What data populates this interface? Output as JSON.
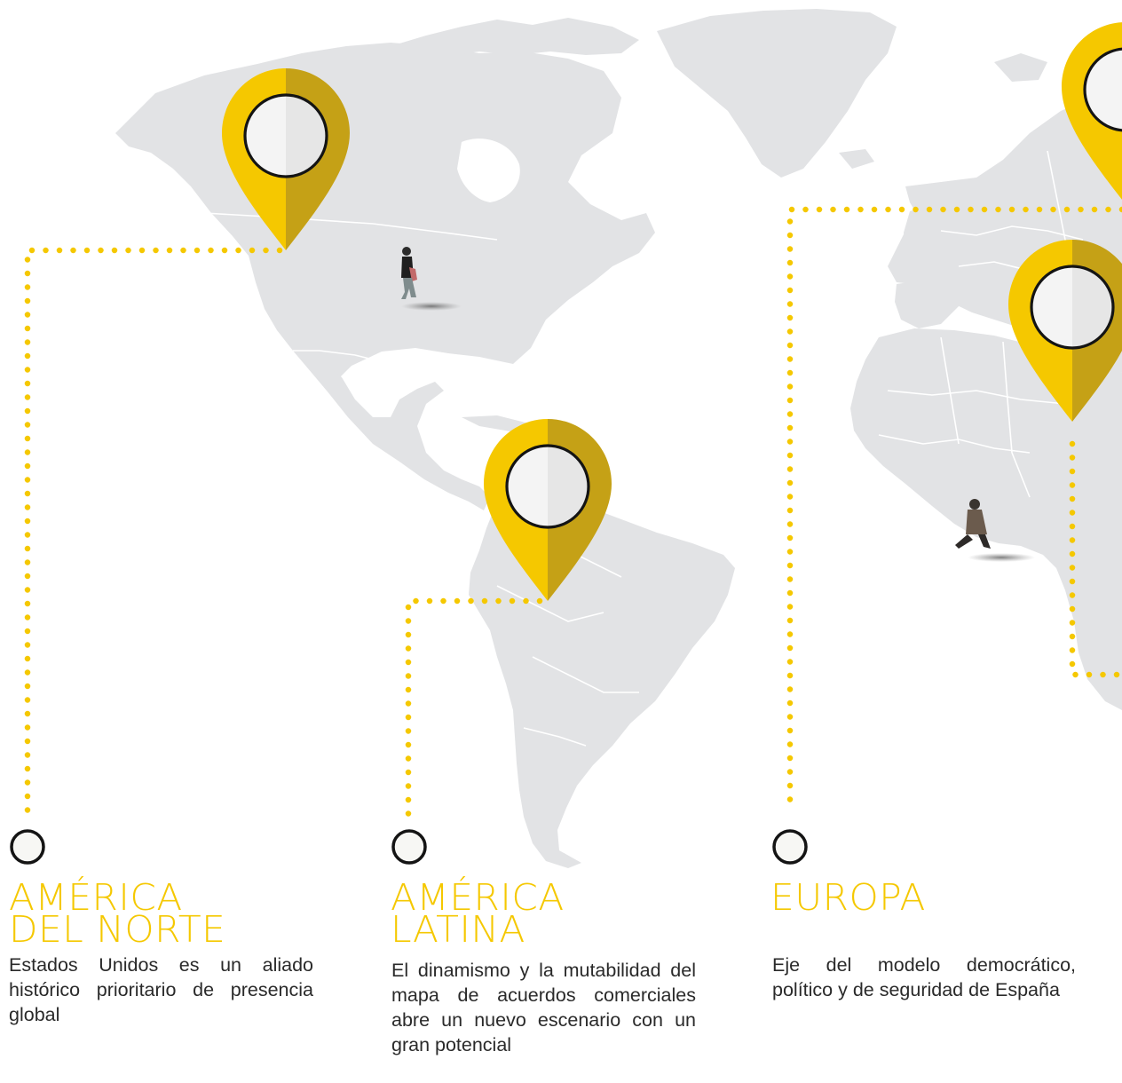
{
  "regions": [
    {
      "title": "AMÉRICA\nDEL NORTE",
      "description": "Estados Unidos es un aliado histórico prioritario de presencia global"
    },
    {
      "title": "AMÉRICA\nLATINA",
      "description": "El dinamismo y la mutabilidad del mapa de acuerdos comerciales abre un nuevo escenario con un gran potencial"
    },
    {
      "title": "EUROPA",
      "description": "Eje del modelo democrático, político y de seguridad de España"
    }
  ],
  "colors": {
    "accent_yellow": "#f5c800",
    "accent_dark_yellow": "#c9a516",
    "land_gray": "#e2e3e5",
    "text_dark": "#2a2a2a"
  }
}
